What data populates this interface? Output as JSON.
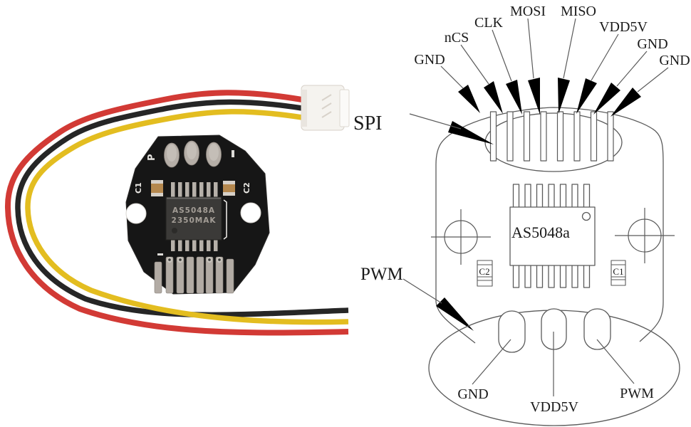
{
  "figure": {
    "type": "product-photo-with-pinout-diagram",
    "subject": "AS5048A magnetic encoder module"
  },
  "callouts": {
    "spi": "SPI",
    "pwm": "PWM"
  },
  "photo": {
    "chip_marking_line1": "AS5048A",
    "chip_marking_line2": "2350MAK",
    "silkscreen": {
      "p": "P",
      "minus": "-",
      "c1": "C1",
      "c2": "C2"
    },
    "wire_colors": {
      "red": "#d23a35",
      "black": "#262626",
      "yellow": "#e3bd20"
    },
    "board_color": "#161616"
  },
  "diagram": {
    "chip_label": "AS5048a",
    "capacitor_labels": {
      "left": "C2",
      "right": "C1"
    },
    "top_pin_labels": [
      "GND",
      "nCS",
      "CLK",
      "MOSI",
      "MISO",
      "VDD5V",
      "GND",
      "GND"
    ],
    "bottom_pad_labels": [
      "GND",
      "VDD5V",
      "PWM"
    ],
    "line_color": "#5a5a5a",
    "arrow_color": "#000000"
  }
}
